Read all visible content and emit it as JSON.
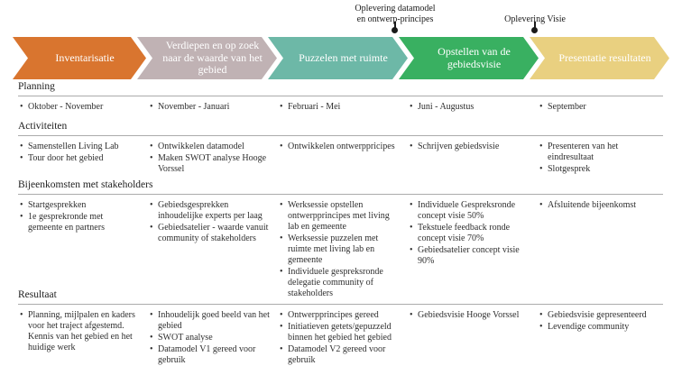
{
  "phases": [
    {
      "label": "Inventarisatie",
      "color": "#d9752f",
      "text_color": "#ffffff"
    },
    {
      "label": "Verdiepen en op zoek naar de waarde van het gebied",
      "color": "#c0b2b4",
      "text_color": "#ffffff"
    },
    {
      "label": "Puzzelen met ruimte",
      "color": "#6db8a7",
      "text_color": "#ffffff"
    },
    {
      "label": "Opstellen van de gebiedsvisie",
      "color": "#39b061",
      "text_color": "#ffffff"
    },
    {
      "label": "Presentatie resultaten",
      "color": "#e9d080",
      "text_color": "#ffffff"
    }
  ],
  "annotations": [
    {
      "label": "Oplevering datamodel\nen ontwerp-principes"
    },
    {
      "label": "Oplevering Visie"
    }
  ],
  "sections": [
    {
      "title": "Planning",
      "columns": [
        [
          "Oktober - November"
        ],
        [
          "November - Januari"
        ],
        [
          "Februari - Mei"
        ],
        [
          "Juni - Augustus"
        ],
        [
          "September"
        ]
      ]
    },
    {
      "title": "Activiteiten",
      "columns": [
        [
          "Samenstellen Living Lab",
          "Tour door het gebied"
        ],
        [
          "Ontwikkelen datamodel",
          "Maken SWOT analyse Hooge Vorssel"
        ],
        [
          "Ontwikkelen ontwerppricipes"
        ],
        [
          "Schrijven gebiedsvisie"
        ],
        [
          "Presenteren van het eindresultaat",
          "Slotgesprek"
        ]
      ]
    },
    {
      "title": "Bijeenkomsten met stakeholders",
      "columns": [
        [
          "Startgesprekken",
          "1e gesprekronde met gemeente en partners"
        ],
        [
          "Gebiedsgesprekken inhoudelijke experts  per laag",
          "Gebiedsatelier - waarde vanuit community of stakeholders"
        ],
        [
          "Werksessie opstellen ontwerpprincipes met living lab en gemeente",
          "Werksessie puzzelen met ruimte met living lab en gemeente",
          "Individuele gespreksronde delegatie community of stakeholders"
        ],
        [
          "Individuele Gespreksronde concept visie 50%",
          "Tekstuele feedback ronde concept visie 70%",
          "Gebiedsatelier concept visie 90%"
        ],
        [
          "Afsluitende bijeenkomst"
        ]
      ]
    },
    {
      "title": "Resultaat",
      "columns": [
        [
          "Planning, mijlpalen en kaders voor het traject afgestemd. Kennis van het gebied en het huidige werk"
        ],
        [
          "Inhoudelijk goed beeld van het gebied",
          "SWOT analyse",
          "Datamodel V1 gereed voor gebruik"
        ],
        [
          "Ontwerpprincipes gereed",
          "Initiatieven getets/gepuzzeld binnen het gebied het gebied",
          "Datamodel V2 gereed voor gebruik"
        ],
        [
          "Gebiedsvisie Hooge Vorssel"
        ],
        [
          "Gebiedsvisie gepresenteerd",
          "Levendige community"
        ]
      ]
    }
  ]
}
